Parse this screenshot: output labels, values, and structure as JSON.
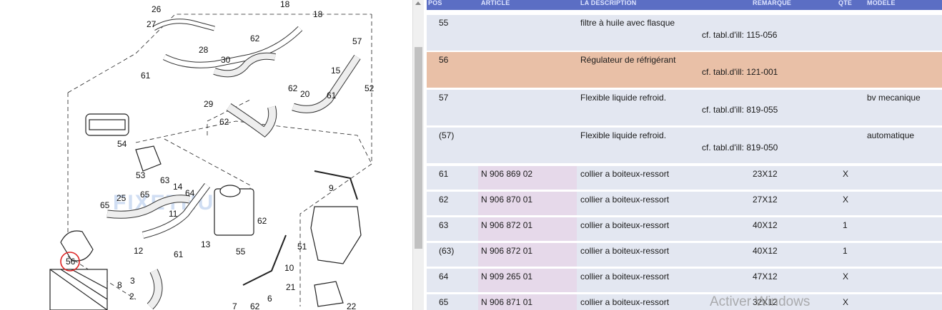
{
  "diagram": {
    "callouts": [
      "26",
      "18",
      "18",
      "27",
      "62",
      "57",
      "28",
      "30",
      "15",
      "61",
      "62",
      "20",
      "61",
      "52",
      "29",
      "62",
      "54",
      "53",
      "63",
      "14",
      "64",
      "9",
      "25",
      "65",
      "65",
      "62",
      "11",
      "12",
      "61",
      "13",
      "55",
      "51",
      "56",
      "10",
      "8",
      "3",
      "2",
      "21",
      "6",
      "7",
      "62",
      "22"
    ],
    "highlighted_part": "56",
    "watermark_logo": "FIXETHUM"
  },
  "table": {
    "headers": [
      "POS",
      "ARTICLE",
      "LA DESCRIPTION",
      "REMARQUE",
      "QTE",
      "MODELE"
    ],
    "ref_label": "cf. tabl.d'ill:",
    "rows": [
      {
        "pos": "55",
        "article": "",
        "desc": "filtre à huile avec flasque",
        "ref": "115-056",
        "remarque": "",
        "qte": "",
        "modele": ""
      },
      {
        "pos": "56",
        "article": "",
        "desc": "Régulateur de réfrigérant",
        "ref": "121-001",
        "remarque": "",
        "qte": "",
        "modele": ""
      },
      {
        "pos": "57",
        "article": "",
        "desc": "Flexible liquide refroid.",
        "ref": "819-055",
        "remarque": "",
        "qte": "",
        "modele": "bv mecanique"
      },
      {
        "pos": "(57)",
        "article": "",
        "desc": "Flexible liquide refroid.",
        "ref": "819-050",
        "remarque": "",
        "qte": "",
        "modele": "automatique"
      },
      {
        "pos": "61",
        "article": "N 906 869 02",
        "desc": "collier a boiteux-ressort",
        "ref": "",
        "remarque": "23X12",
        "qte": "X",
        "modele": ""
      },
      {
        "pos": "62",
        "article": "N 906 870 01",
        "desc": "collier a boiteux-ressort",
        "ref": "",
        "remarque": "27X12",
        "qte": "X",
        "modele": ""
      },
      {
        "pos": "63",
        "article": "N 906 872 01",
        "desc": "collier a boiteux-ressort",
        "ref": "",
        "remarque": "40X12",
        "qte": "1",
        "modele": ""
      },
      {
        "pos": "(63)",
        "article": "N 906 872 01",
        "desc": "collier a boiteux-ressort",
        "ref": "",
        "remarque": "40X12",
        "qte": "1",
        "modele": ""
      },
      {
        "pos": "64",
        "article": "N 909 265 01",
        "desc": "collier a boiteux-ressort",
        "ref": "",
        "remarque": "47X12",
        "qte": "X",
        "modele": ""
      },
      {
        "pos": "65",
        "article": "N 906 871 01",
        "desc": "collier a boiteux-ressort",
        "ref": "",
        "remarque": "32X12",
        "qte": "X",
        "modele": ""
      }
    ],
    "selected_row": 1,
    "colors": {
      "header": "#5b6ec4",
      "row": "#e3e7f1",
      "selected": "#e9c0a7",
      "article_bg": "#e6d9ea"
    }
  },
  "os_watermark": "Activer Windows"
}
